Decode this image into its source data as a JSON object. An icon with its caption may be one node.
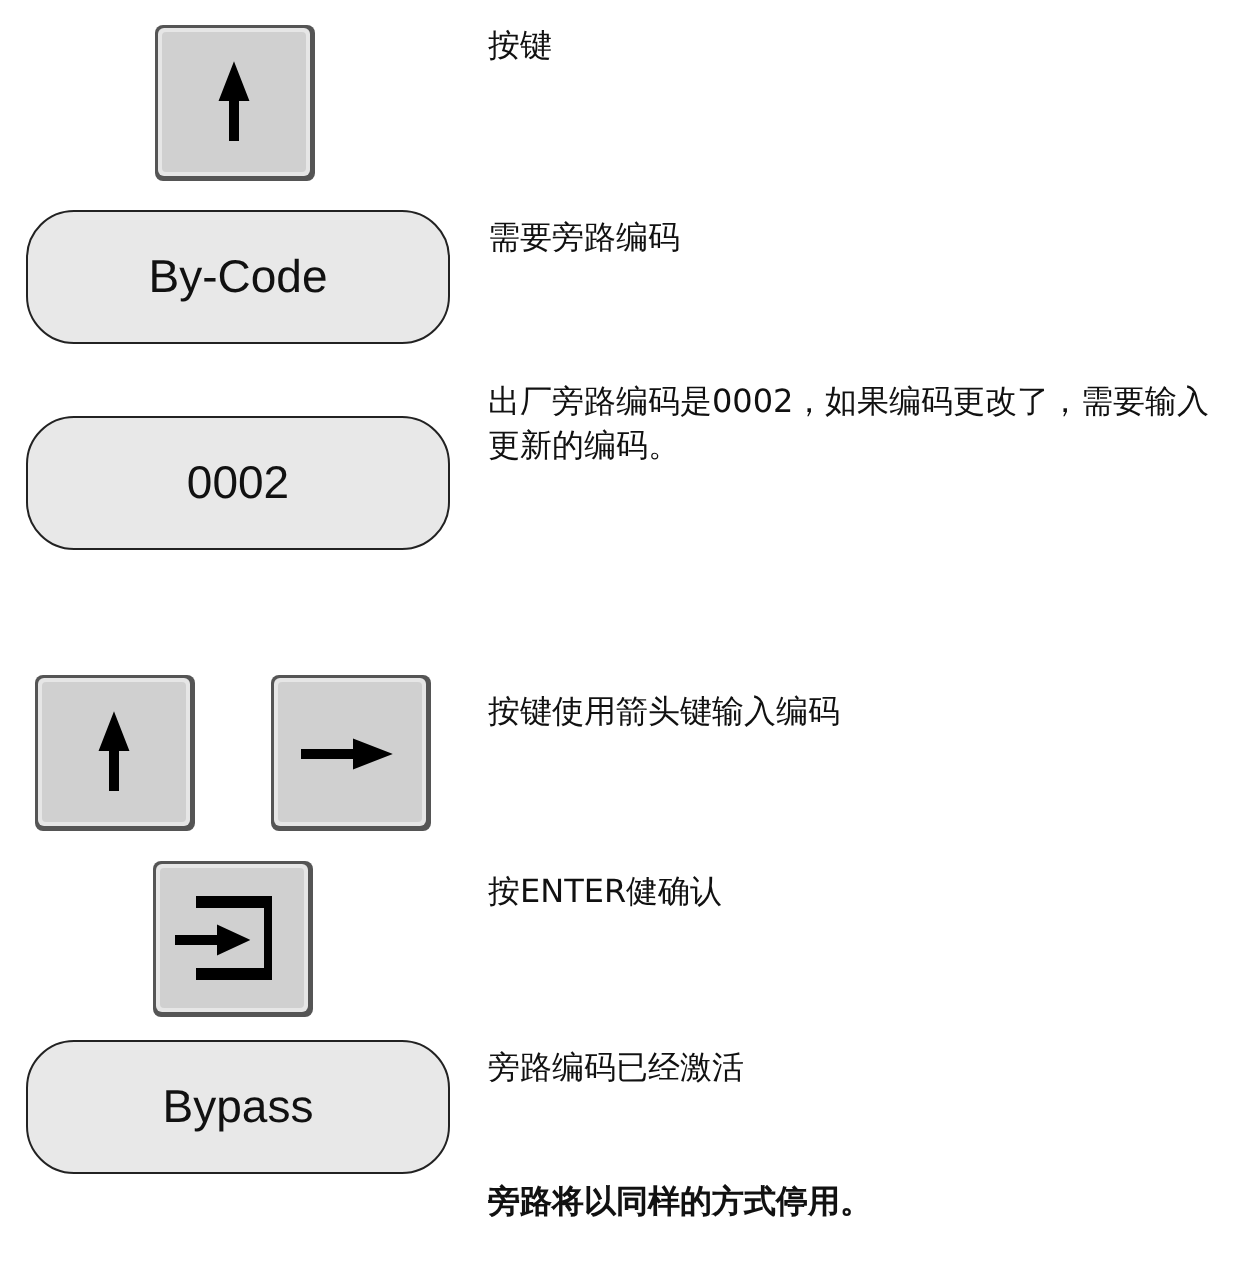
{
  "diagram": {
    "nodes": [
      {
        "text": [
          "By-Code"
        ],
        "beside": [
          "需要旁路编码"
        ]
      },
      {
        "text": [
          "0002"
        ],
        "beside": [
          "出厂旁路编码是0002，如果编码更改了，需要输入更新的编码。"
        ]
      },
      {
        "text": [
          "Bypass"
        ],
        "beside": [
          "旁路编码已经激活"
        ]
      }
    ],
    "labels": [
      "按键",
      "按键使用箭头键输入编码",
      "按ENTER健确认",
      "旁路将以同样的方式停用。"
    ]
  }
}
